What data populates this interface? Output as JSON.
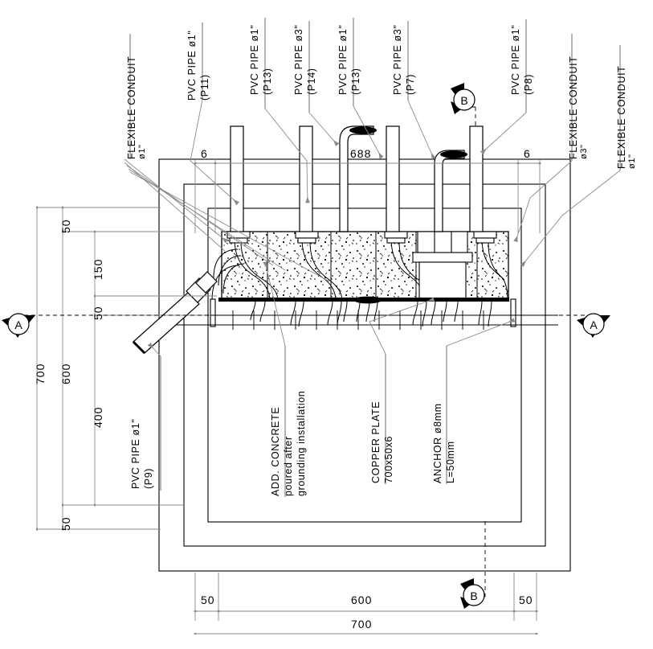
{
  "drawing": {
    "title": "Grounding pit / earthing box detail",
    "line_color": "#000000",
    "leader_color": "#808080",
    "dimension_color": "#8a8a8a"
  },
  "top_labels": [
    {
      "id": "flexible-conduit-left",
      "line1": "FLEXIBLE CONDUIT",
      "line2": "ø1\""
    },
    {
      "id": "pvc-p11",
      "line1": "PVC PIPE  ø1\"",
      "line2": "(P11)"
    },
    {
      "id": "pvc-p13-a",
      "line1": "PVC PIPE  ø1\"",
      "line2": "(P13)"
    },
    {
      "id": "pvc-p14",
      "line1": "PVC PIPE  ø3\"",
      "line2": "(P14)"
    },
    {
      "id": "pvc-p13-b",
      "line1": "PVC PIPE  ø1\"",
      "line2": "(P13)"
    },
    {
      "id": "pvc-p7",
      "line1": "PVC PIPE  ø3\"",
      "line2": "(P7)"
    },
    {
      "id": "pvc-p8",
      "line1": "PVC PIPE  ø1\"",
      "line2": "(P8)"
    },
    {
      "id": "flexible-conduit-3in",
      "line1": "FLEXIBLE CONDUIT",
      "line2": "ø3\""
    },
    {
      "id": "flexible-conduit-1in",
      "line1": "FLEXIBLE CONDUIT",
      "line2": "ø1\""
    }
  ],
  "body_labels": [
    {
      "id": "pvc-p9",
      "line1": "PVC PIPE ø1\"",
      "line2": "(P9)"
    },
    {
      "id": "add-concrete",
      "line1": "ADD. CONCRETE",
      "line2": "poured after",
      "line3": "grounding installation"
    },
    {
      "id": "copper-plate",
      "line1": "COPPER PLATE",
      "line2": "700x50x6"
    },
    {
      "id": "anchor",
      "line1": "ANCHOR ø8mm",
      "line2": "L=50mm"
    }
  ],
  "section_markers": [
    {
      "id": "section-a-left",
      "letter": "A"
    },
    {
      "id": "section-a-right",
      "letter": "A"
    },
    {
      "id": "section-b-top",
      "letter": "B"
    },
    {
      "id": "section-b-bottom",
      "letter": "B"
    }
  ],
  "dimensions": {
    "top": [
      {
        "id": "top-left-6",
        "value": "6"
      },
      {
        "id": "top-center-688",
        "value": "688"
      },
      {
        "id": "top-right-6",
        "value": "6"
      }
    ],
    "left_outer": [
      {
        "id": "left-700",
        "value": "700"
      }
    ],
    "left_mid": [
      {
        "id": "left-50-top",
        "value": "50"
      },
      {
        "id": "left-600",
        "value": "600"
      },
      {
        "id": "left-50-bottom",
        "value": "50"
      }
    ],
    "left_inner": [
      {
        "id": "left-150",
        "value": "150"
      },
      {
        "id": "left-50-inner",
        "value": "50"
      },
      {
        "id": "left-400",
        "value": "400"
      }
    ],
    "bottom": [
      {
        "id": "bottom-50-left",
        "value": "50"
      },
      {
        "id": "bottom-600",
        "value": "600"
      },
      {
        "id": "bottom-50-right",
        "value": "50"
      },
      {
        "id": "bottom-700",
        "value": "700"
      }
    ]
  }
}
